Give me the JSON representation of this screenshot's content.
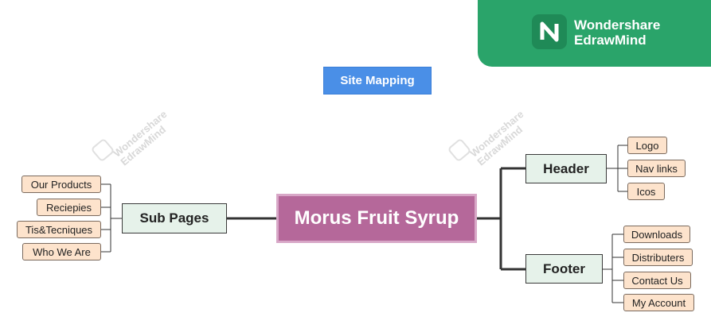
{
  "brand": {
    "line1": "Wondershare",
    "line2": "EdrawMind",
    "color": "#2aa46a"
  },
  "title": "Site Mapping",
  "center": "Morus Fruit Syrup",
  "branches": {
    "header": {
      "label": "Header",
      "children": [
        "Logo",
        "Nav links",
        "Icos"
      ]
    },
    "footer": {
      "label": "Footer",
      "children": [
        "Downloads",
        "Distributers",
        "Contact Us",
        "My Account"
      ]
    },
    "subpages": {
      "label": "Sub Pages",
      "children": [
        "Our Products",
        "Reciepies",
        "Tis&Tecniques",
        "Who We Are"
      ]
    }
  },
  "watermark": {
    "line1": "Wondershare",
    "line2": "EdrawMind"
  },
  "colors": {
    "title": "#4a8fe7",
    "center": "#b5689a",
    "main_topic": "#e6f2ea",
    "leaf": "#fde3cc",
    "connector": "#333333"
  }
}
